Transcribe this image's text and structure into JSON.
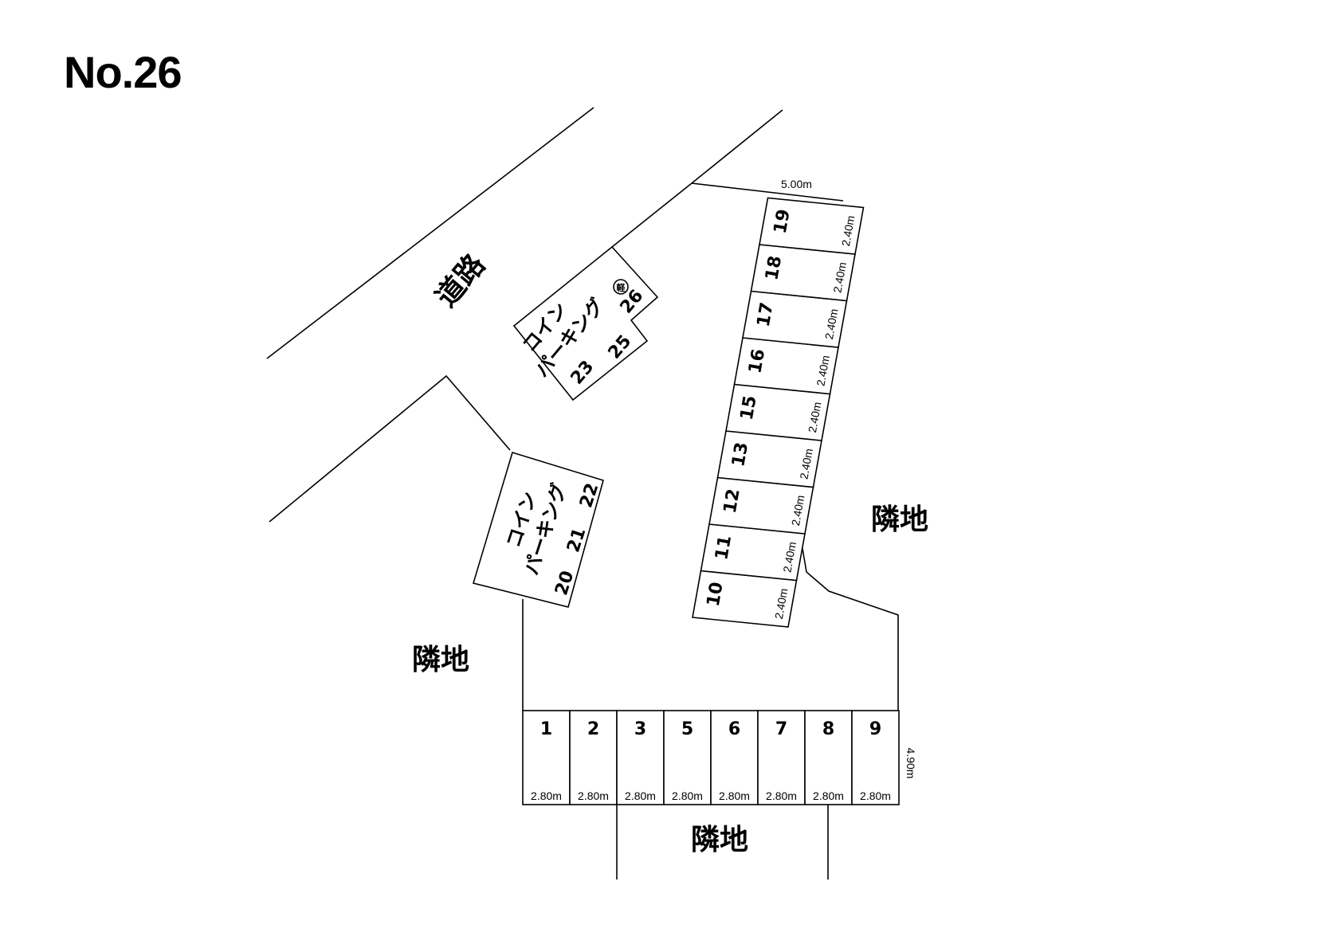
{
  "title": "No.26",
  "labels": {
    "road": "道路",
    "neighbor": "隣地",
    "coin_parking_line1": "コイン",
    "coin_parking_line2": "パーキング"
  },
  "bottom_row": {
    "spaces": [
      "1",
      "2",
      "3",
      "5",
      "6",
      "7",
      "8",
      "9"
    ],
    "width_label": "2.80m",
    "depth_label": "4.90m"
  },
  "diagonal_row": {
    "spaces": [
      "10",
      "11",
      "12",
      "13",
      "15",
      "16",
      "17",
      "18",
      "19"
    ],
    "width_label": "2.40m",
    "depth_label": "5.00m"
  },
  "coin_parking_a": {
    "spaces": [
      "20",
      "21",
      "22"
    ]
  },
  "coin_parking_b": {
    "spaces": [
      "23",
      "25",
      "26"
    ],
    "badge": "軽"
  }
}
